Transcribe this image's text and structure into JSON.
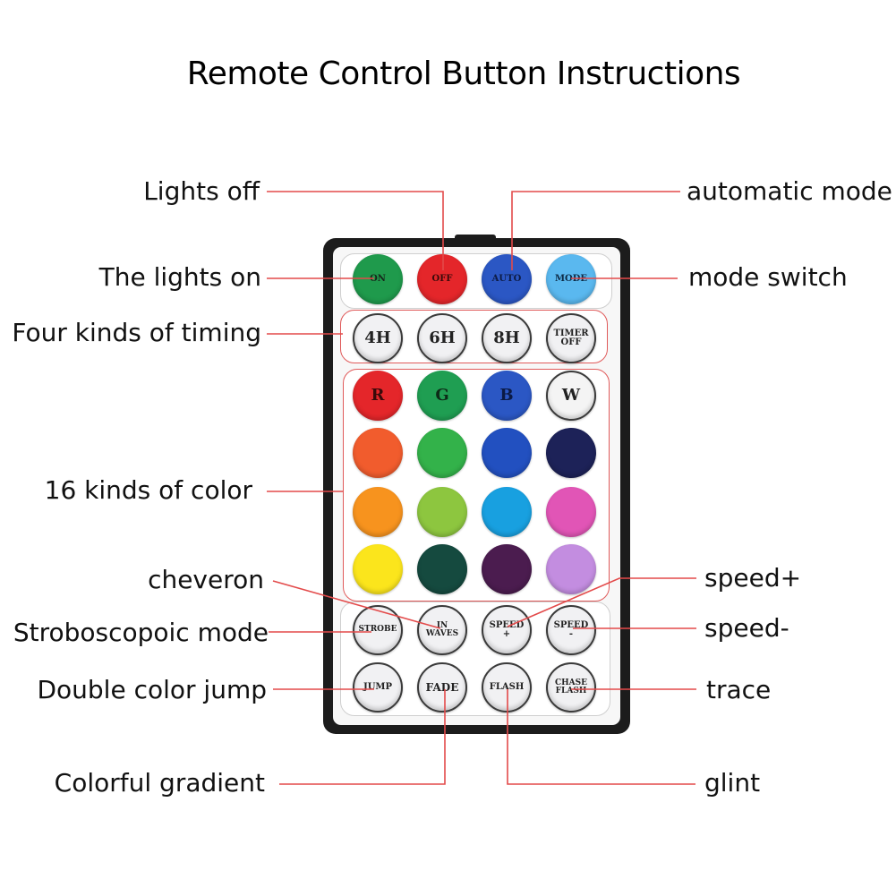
{
  "title": "Remote Control Button Instructions",
  "labels": {
    "lights_off": "Lights off",
    "automatic_mode": "automatic mode",
    "lights_on": "The lights on",
    "mode_switch": "mode switch",
    "four_timing": "Four kinds of timing",
    "sixteen_colors": "16 kinds of color",
    "cheveron": "cheveron",
    "speed_plus": "speed+",
    "strobe_mode": "Stroboscopoic mode",
    "speed_minus": "speed-",
    "double_jump": "Double color jump",
    "trace": "trace",
    "gradient": "Colorful gradient",
    "glint": "glint"
  },
  "buttons": {
    "row1": [
      {
        "text": "ON",
        "color": "#1f9a4c",
        "text_color": "#16261a"
      },
      {
        "text": "OFF",
        "color": "#e4262a",
        "text_color": "#3a0a0a"
      },
      {
        "text": "AUTO",
        "color": "#2b57c4",
        "text_color": "#0d1b44"
      },
      {
        "text": "MODE",
        "color": "#5ab8ef",
        "text_color": "#0c2a45"
      }
    ],
    "row2": [
      {
        "text": "4H"
      },
      {
        "text": "6H"
      },
      {
        "text": "8H"
      },
      {
        "text": "TIMER OFF"
      }
    ],
    "colors": [
      "#e4262a",
      "#1f9e52",
      "#2b57c4",
      "#f4f4f4",
      "#f15c2d",
      "#33b24a",
      "#2250c0",
      "#1d2258",
      "#f7931e",
      "#8dc63f",
      "#18a0e0",
      "#e155b6",
      "#fbe51c",
      "#154a3f",
      "#4b1c4f",
      "#c38de0"
    ],
    "color_letters": [
      "R",
      "G",
      "B",
      "W"
    ],
    "row7": [
      {
        "text": "STROBE"
      },
      {
        "text": "IN WAVES"
      },
      {
        "text": "SPEED +"
      },
      {
        "text": "SPEED -"
      }
    ],
    "row8": [
      {
        "text": "JUMP"
      },
      {
        "text": "FADE"
      },
      {
        "text": "FLASH"
      },
      {
        "text": "CHASE FLASH"
      }
    ]
  },
  "colors": {
    "leader_line": "#e34a4a",
    "remote_body": "#1c1c1c"
  }
}
